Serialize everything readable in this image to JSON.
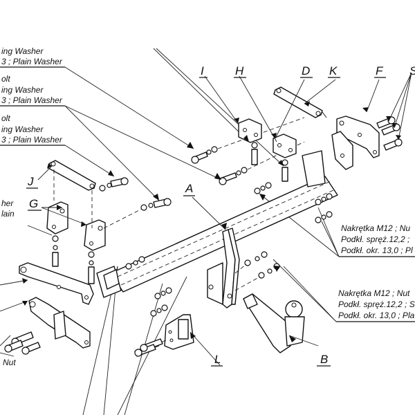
{
  "diagram": {
    "title": "Tow bar exploded assembly diagram",
    "part_labels": {
      "A": "A",
      "B": "B",
      "D": "D",
      "F": "F",
      "G": "G",
      "H": "H",
      "I": "I",
      "J": "J",
      "K": "K",
      "L": "L",
      "S": "S"
    },
    "left_callouts": [
      {
        "line1": "ing Washer",
        "line2": "3 ; Plain Washer"
      },
      {
        "line0": "olt",
        "line1": "ing Washer",
        "line2": "3 ; Plain Washer"
      },
      {
        "line0": "olt",
        "line1": "ing Washer",
        "line2": "3 ; Plain Washer"
      }
    ],
    "left_mid_callout": {
      "line1": "her",
      "line2": "lain"
    },
    "left_bottom_callout": {
      "line1": "Nut"
    },
    "right_callouts": [
      {
        "line1": "Nakrętka  M12 ; Nu",
        "line2": "Podkł. spręż.12,2 ; ",
        "line3": "Podkł. okr. 13,0 ; Pl"
      },
      {
        "line1": "Nakrętka  M12 ; Nut",
        "line2": "Podkł. spręż.12,2 ; S",
        "line3": "Podkł. okr. 13,0 ; Pla"
      }
    ]
  }
}
